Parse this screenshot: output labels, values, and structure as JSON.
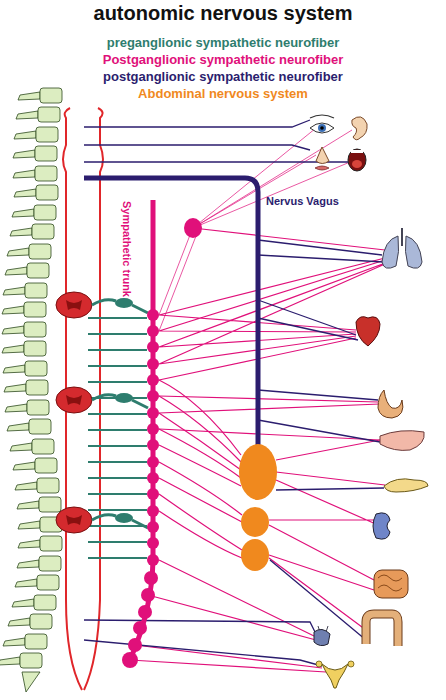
{
  "diagram": {
    "title": "autonomic nervous system",
    "labels": [
      "Sympathetic trunk",
      "Nervus Vagus"
    ],
    "legend": [
      {
        "text": "preganglionic sympathetic neurofiber",
        "color": "#2e7d6e"
      },
      {
        "text": "Postganglionic sympathetic neurofiber",
        "color": "#e0107a"
      },
      {
        "text": "postganglionic sympathetic neurofiber",
        "color": "#2b1d6e"
      },
      {
        "text": "Abdominal nervous system",
        "color": "#f0891e"
      }
    ]
  }
}
